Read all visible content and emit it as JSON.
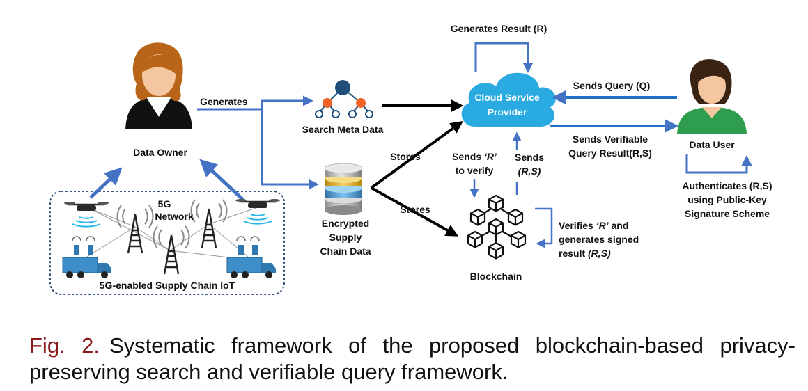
{
  "labels": {
    "data_owner": "Data Owner",
    "generates": "Generates",
    "search_meta_data": "Search Meta Data",
    "cloud_line1": "Cloud Service",
    "cloud_line2": "Provider",
    "generates_result": "Generates Result (R)",
    "sends_query": "Sends Query (Q)",
    "sends_verifiable_line1": "Sends Verifiable",
    "sends_verifiable_line2": "Query Result(R,S)",
    "data_user": "Data User",
    "authenticates_line1": "Authenticates (R,S)",
    "authenticates_line2": "using Public-Key",
    "authenticates_line3": "Signature Scheme",
    "stores_upper": "Stores",
    "stores_lower": "Stores",
    "sends_r_line1_a": "Sends ",
    "sends_r_line1_b": "‘R’",
    "sends_r_line2": "to verify",
    "sends_rs_line1": "Sends",
    "sends_rs_line2": "(R,S)",
    "verifies_line1_a": "Verifies ",
    "verifies_line1_b": "‘R’",
    "verifies_line1_c": " and",
    "verifies_line2": "generates signed",
    "verifies_line3_a": "result ",
    "verifies_line3_b": "(R,S)",
    "encrypted_line1": "Encrypted",
    "encrypted_line2": "Supply",
    "encrypted_line3": "Chain Data",
    "blockchain": "Blockchain",
    "network_line1": "5G",
    "network_line2": "Network",
    "iot_box": "5G-enabled Supply Chain IoT"
  },
  "caption": {
    "fig_number": "Fig. 2.",
    "text": "Systematic framework of the proposed blockchain-based privacy-preserving search and verifiable query framework."
  },
  "colors": {
    "arrow_blue": "#4472c4",
    "arrow_black": "#000000",
    "cloud_blue": "#29abe2",
    "caption_red": "#8b1a1a",
    "node_orange": "#f0642a",
    "node_navy": "#1f4e79"
  }
}
